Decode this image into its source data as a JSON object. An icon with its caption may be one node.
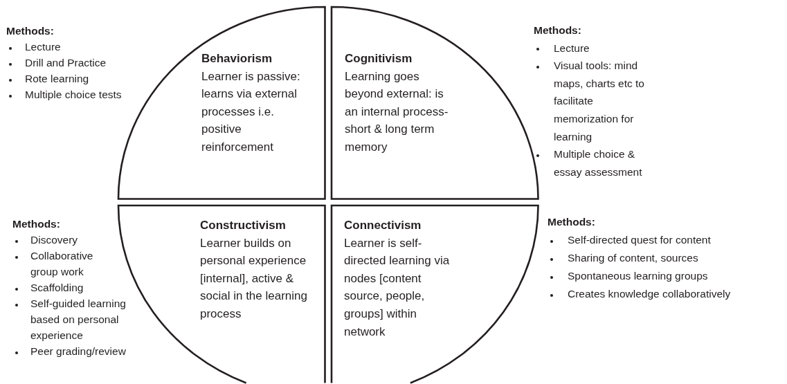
{
  "diagram": {
    "nodes": [
      {
        "text": [
          "Behaviorism",
          "Learner is passive: learns via external processes i.e. positive reinforcement"
        ]
      },
      {
        "text": [
          "Cognitivism",
          "Learning goes beyond external: is an internal process- short & long term memory"
        ]
      },
      {
        "text": [
          "Constructivism",
          "Learner builds on personal experience [internal], active & social in the learning process"
        ]
      },
      {
        "text": [
          "Connectivism",
          "Learner is self-directed learning via nodes [content source, people, groups] within network"
        ]
      }
    ],
    "labels": [
      "Methods:",
      "Lecture",
      "Drill and Practice",
      "Rote learning",
      "Multiple choice tests",
      "Methods:",
      "Lecture",
      "Visual tools: mind maps, charts etc to facilitate memorization for learning",
      "Multiple choice & essay assessment",
      "Methods:",
      "Discovery",
      "Collaborative group work",
      "Scaffolding",
      "Self-guided learning based on personal experience",
      "Peer grading/review",
      "Methods:",
      "Self-directed quest for content",
      "Sharing of content, sources",
      "Spontaneous learning groups",
      "Creates knowledge collaboratively"
    ]
  }
}
